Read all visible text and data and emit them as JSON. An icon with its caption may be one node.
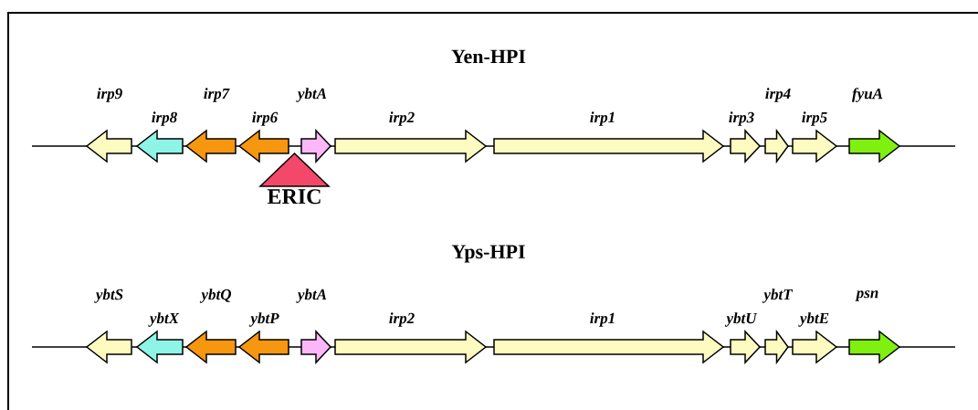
{
  "diagram": {
    "nodes": [
      {
        "text": [
          "irp9"
        ]
      },
      {
        "text": [
          "irp8"
        ]
      },
      {
        "text": [
          "irp7"
        ]
      },
      {
        "text": [
          "irp6"
        ]
      },
      {
        "text": [
          "ybtA"
        ]
      },
      {
        "text": [
          "irp2"
        ]
      },
      {
        "text": [
          "irp1"
        ]
      },
      {
        "text": [
          "irp3"
        ]
      },
      {
        "text": [
          "irp4"
        ]
      },
      {
        "text": [
          "irp5"
        ]
      },
      {
        "text": [
          "fyuA"
        ]
      },
      {
        "text": [
          "ERIC"
        ]
      },
      {
        "text": [
          "ybtS"
        ]
      },
      {
        "text": [
          "ybtX"
        ]
      },
      {
        "text": [
          "ybtQ"
        ]
      },
      {
        "text": [
          "ybtP"
        ]
      },
      {
        "text": [
          "ybtA"
        ]
      },
      {
        "text": [
          "irp2"
        ]
      },
      {
        "text": [
          "irp1"
        ]
      },
      {
        "text": [
          "ybtU"
        ]
      },
      {
        "text": [
          "ybtT"
        ]
      },
      {
        "text": [
          "ybtE"
        ]
      },
      {
        "text": [
          "psn"
        ]
      }
    ],
    "labels": [
      "Yen-HPI",
      "Yps-HPI"
    ]
  }
}
